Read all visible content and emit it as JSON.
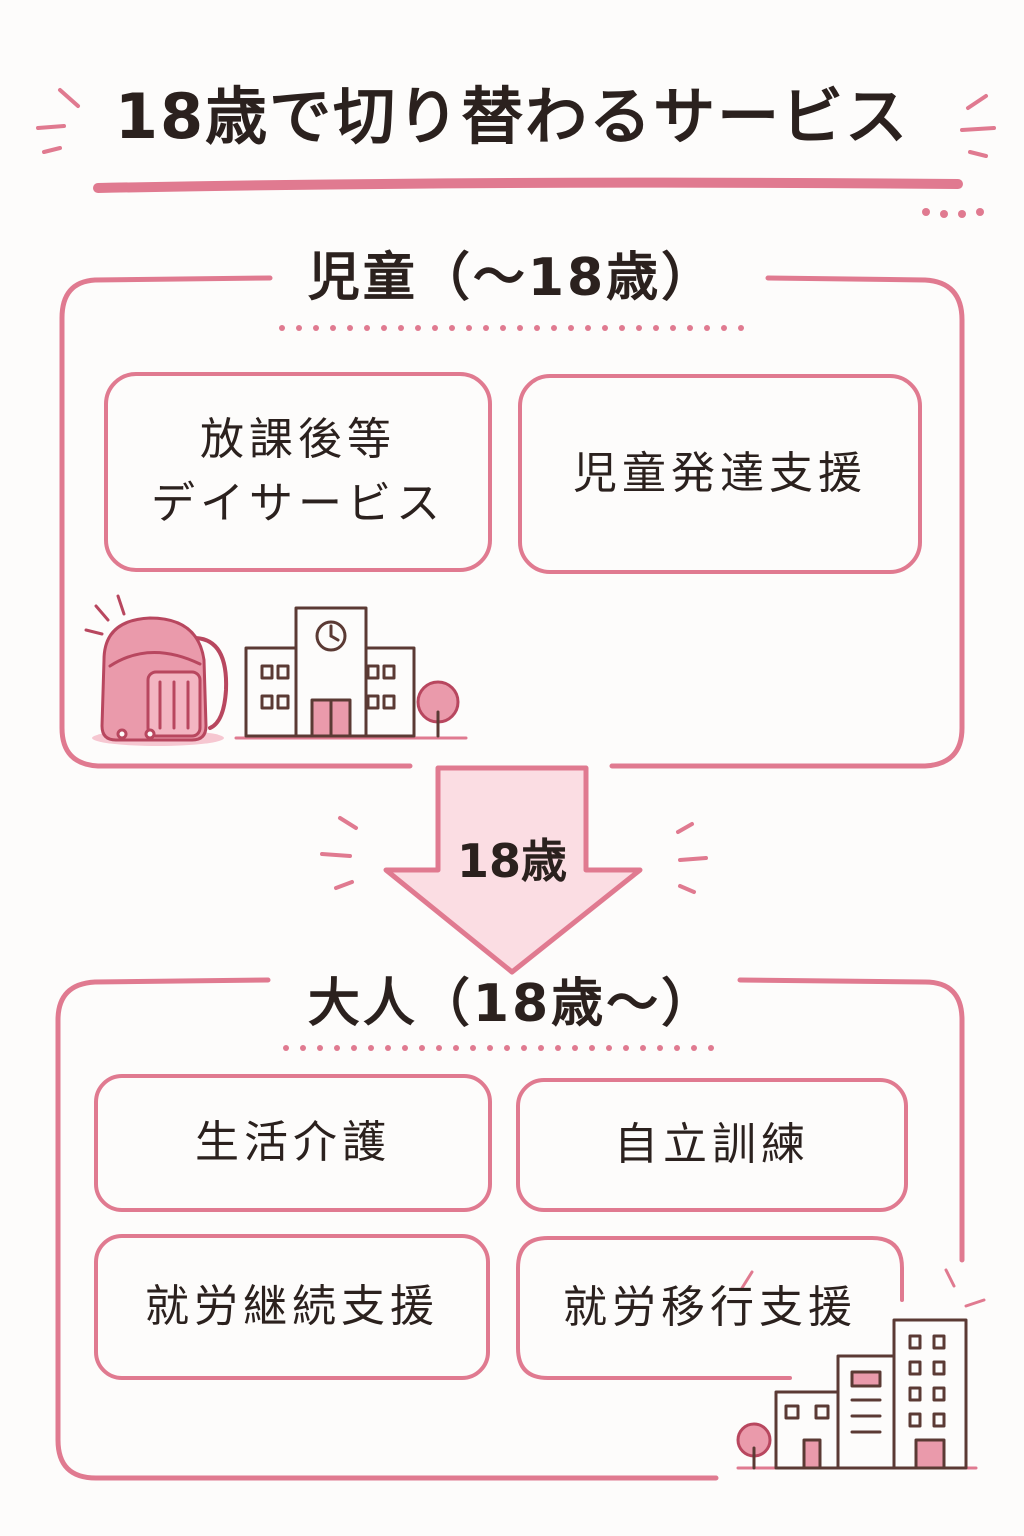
{
  "title": "18歳で切り替わるサービス",
  "children_section": {
    "heading": "児童（～18歳）",
    "services": [
      "放課後等\nデイサービス",
      "児童発達支援"
    ]
  },
  "transition": {
    "label": "18歳"
  },
  "adults_section": {
    "heading": "大人（18歳～）",
    "services": [
      "生活介護",
      "自立訓練",
      "就労継続支援",
      "就労移行支援"
    ]
  },
  "colors": {
    "accent": "#e07a90",
    "accent_light": "#f6c7d1",
    "arrow_fill": "#fbdde3",
    "text": "#2b211e"
  },
  "icons": [
    "school-backpack-icon",
    "school-building-icon",
    "tree-icon",
    "office-buildings-icon"
  ]
}
